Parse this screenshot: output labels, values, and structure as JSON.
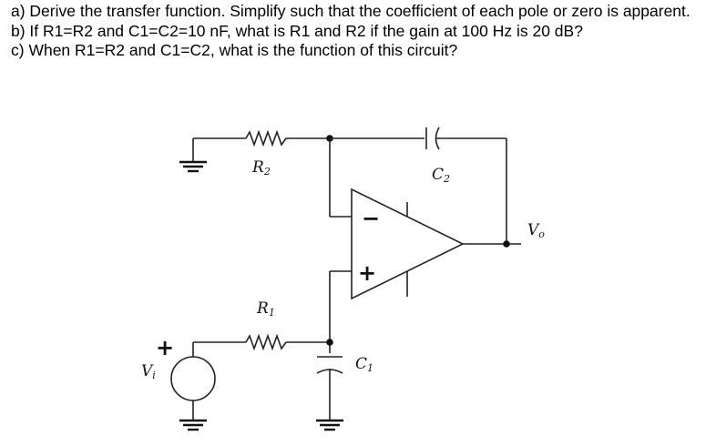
{
  "questions": [
    "a) Derive the transfer function. Simplify such that the coefficient of each pole or zero is apparent.",
    "b) If R1=R2 and C1=C2=10 nF, what is R1 and R2 if the gain at 100 Hz is 20 dB?",
    "c) When R1=R2 and C1=C2,  what is the function of this circuit?"
  ],
  "circuit": {
    "r2": {
      "main": "R",
      "sub": "2"
    },
    "c2": {
      "main": "C",
      "sub": "2"
    },
    "r1": {
      "main": "R",
      "sub": "1"
    },
    "c1": {
      "main": "C",
      "sub": "1"
    },
    "vo": {
      "main": "V",
      "sub": "o"
    },
    "vi": {
      "main": "V",
      "sub": "i"
    },
    "opamp_minus": "−",
    "opamp_plus": "+",
    "source_plus": "+"
  }
}
